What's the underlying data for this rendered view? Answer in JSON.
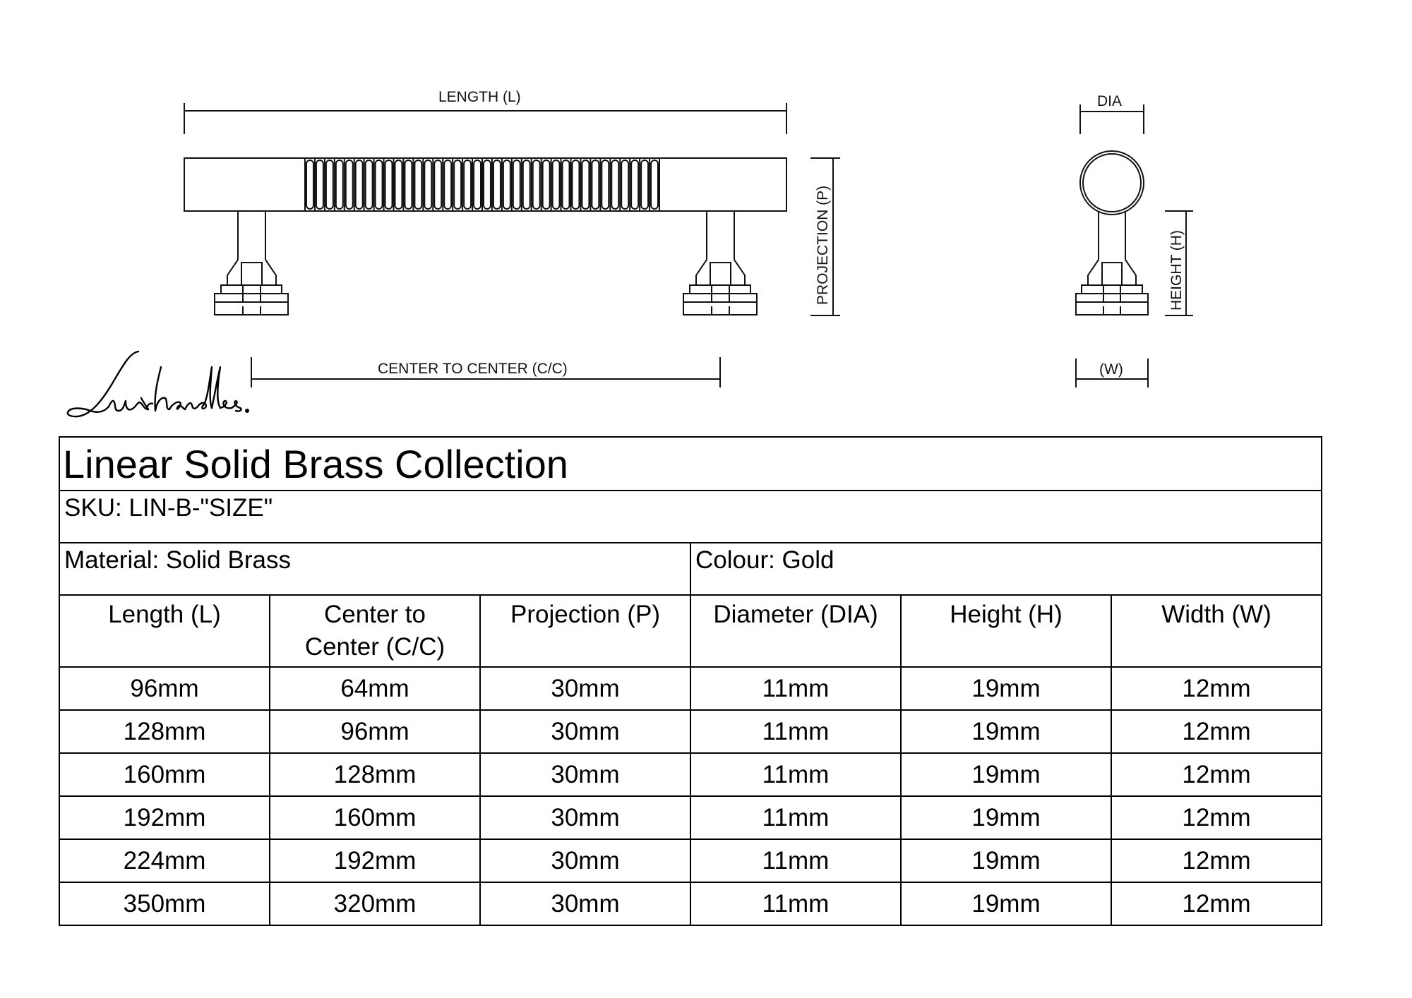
{
  "drawing": {
    "length_label": "LENGTH (L)",
    "projection_label": "PROJECTION (P)",
    "center_label": "CENTER TO CENTER (C/C)",
    "dia_label": "DIA",
    "height_label": "HEIGHT (H)",
    "width_label": "(W)"
  },
  "brand": {
    "signature_text": "Luxhandles."
  },
  "spec": {
    "title": "Linear Solid Brass Collection",
    "sku": "SKU: LIN-B-\"SIZE\"",
    "material": "Material: Solid Brass",
    "colour": "Colour: Gold",
    "headers": [
      "Length (L)",
      "Center to Center (C/C)",
      "Projection (P)",
      "Diameter (DIA)",
      "Height (H)",
      "Width (W)"
    ],
    "rows": [
      [
        "96mm",
        "64mm",
        "30mm",
        "11mm",
        "19mm",
        "12mm"
      ],
      [
        "128mm",
        "96mm",
        "30mm",
        "11mm",
        "19mm",
        "12mm"
      ],
      [
        "160mm",
        "128mm",
        "30mm",
        "11mm",
        "19mm",
        "12mm"
      ],
      [
        "192mm",
        "160mm",
        "30mm",
        "11mm",
        "19mm",
        "12mm"
      ],
      [
        "224mm",
        "192mm",
        "30mm",
        "11mm",
        "19mm",
        "12mm"
      ],
      [
        "350mm",
        "320mm",
        "30mm",
        "11mm",
        "19mm",
        "12mm"
      ]
    ]
  }
}
